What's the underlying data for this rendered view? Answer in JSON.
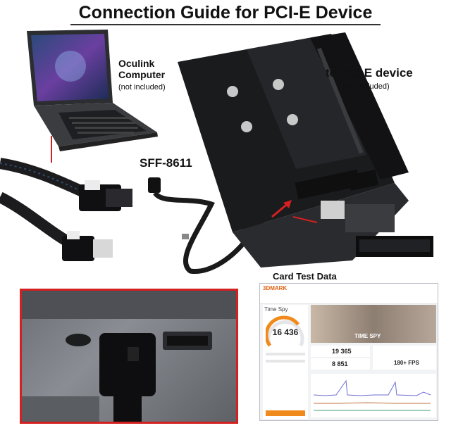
{
  "title": "Connection Guide for PCI-E Device",
  "computer": {
    "line1": "Oculink",
    "line2": "Computer",
    "note": "(not included)"
  },
  "pcie": {
    "label": "to PCI-E device",
    "note": "(not included)"
  },
  "cable": {
    "label": "SFF-8611"
  },
  "card_test": {
    "label": "Card Test Data",
    "app_name": "3DMARK",
    "test_name": "Time Spy",
    "banner_text": "TIME SPY",
    "overall_score": "16 436",
    "graphics_score": "19 365",
    "cpu_score": "8 851",
    "fps": "180+ FPS"
  },
  "colors": {
    "accent_red": "#d42020",
    "score_orange": "#f08a1c"
  }
}
